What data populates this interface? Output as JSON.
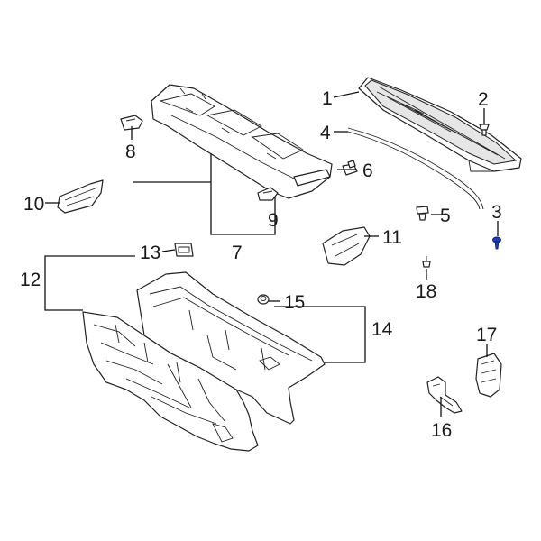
{
  "callouts": [
    {
      "id": "1",
      "label": "1"
    },
    {
      "id": "2",
      "label": "2"
    },
    {
      "id": "3",
      "label": "3"
    },
    {
      "id": "4",
      "label": "4"
    },
    {
      "id": "5",
      "label": "5"
    },
    {
      "id": "6",
      "label": "6"
    },
    {
      "id": "7",
      "label": "7"
    },
    {
      "id": "8",
      "label": "8"
    },
    {
      "id": "9",
      "label": "9"
    },
    {
      "id": "10",
      "label": "10"
    },
    {
      "id": "11",
      "label": "11"
    },
    {
      "id": "12",
      "label": "12"
    },
    {
      "id": "13",
      "label": "13"
    },
    {
      "id": "14",
      "label": "14"
    },
    {
      "id": "15",
      "label": "15"
    },
    {
      "id": "16",
      "label": "16"
    },
    {
      "id": "17",
      "label": "17"
    },
    {
      "id": "18",
      "label": "18"
    }
  ],
  "colors": {
    "line": "#222222",
    "highlight": "#1f3fae"
  },
  "highlighted_part": "3"
}
